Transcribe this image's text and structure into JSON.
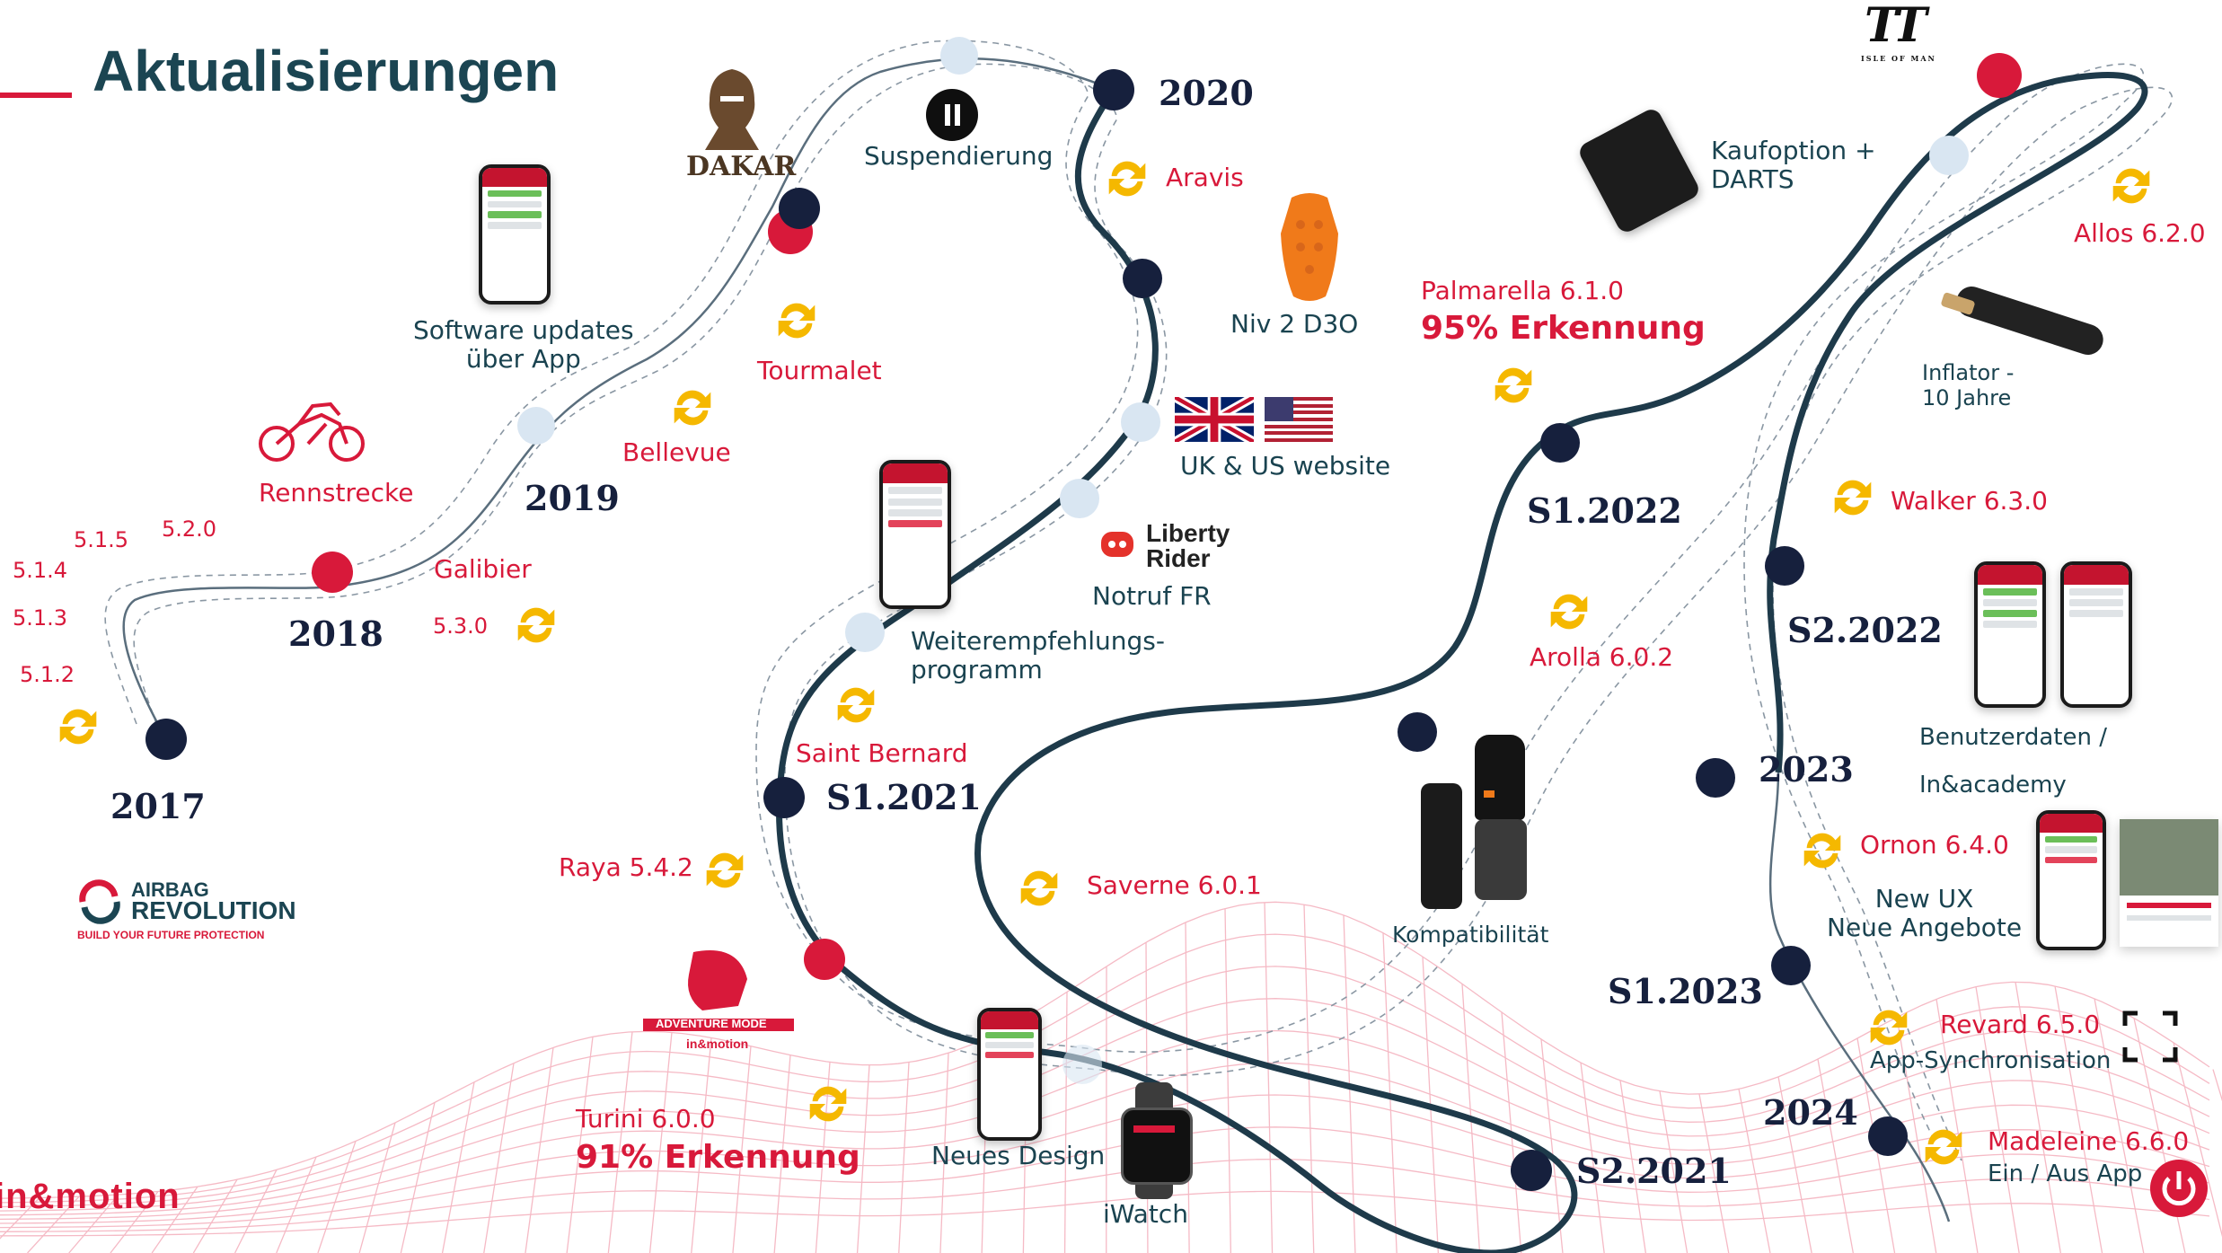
{
  "title": "Aktualisierungen",
  "colors": {
    "accent_red": "#d8193a",
    "navy": "#16203d",
    "teal": "#1b4552",
    "road": "#1e3a4a",
    "sync_yellow": "#f5b800",
    "milestone_light": "#d9e6f2"
  },
  "years": {
    "y2017": "2017",
    "y2018": "2018",
    "y2019": "2019",
    "y2020": "2020",
    "s1_2021": "S1.2021",
    "s2_2021": "S2.2021",
    "s1_2022": "S1.2022",
    "s2_2022": "S2.2022",
    "y2023": "2023",
    "s1_2023": "S1.2023",
    "y2024": "2024"
  },
  "versions": {
    "v512": "5.1.2",
    "v513": "5.1.3",
    "v514": "5.1.4",
    "v515": "5.1.5",
    "v520": "5.2.0",
    "galibier": "Galibier",
    "v530": "5.3.0",
    "bellevue": "Bellevue",
    "tourmalet": "Tourmalet",
    "aravis": "Aravis",
    "saint_bernard": "Saint Bernard",
    "raya": "Raya 5.4.2",
    "turini": "Turini 6.0.0",
    "turini_detection": "91% Erkennung",
    "saverne": "Saverne 6.0.1",
    "arolla": "Arolla 6.0.2",
    "palmarella": "Palmarella 6.1.0",
    "palmarella_detection": "95% Erkennung",
    "allos": "Allos 6.2.0",
    "walker": "Walker 6.3.0",
    "ornon": "Ornon 6.4.0",
    "revard": "Revard 6.5.0",
    "madeleine": "Madeleine 6.6.0"
  },
  "milestones": {
    "rennstrecke": "Rennstrecke",
    "software_updates": "Software updates\nüber App",
    "suspendierung": "Suspendierung",
    "niv2": "Niv 2 D3O",
    "uk_us": "UK & US website",
    "notruf": "Notruf FR",
    "weiterempfehlung": "Weiterempfehlungs-\nprogramm",
    "neues_design": "Neues Design",
    "iwatch": "iWatch",
    "kompatibilitaet": "Kompatibilität",
    "kaufoption": "Kaufoption +\nDARTS",
    "inflator": "Inflator -\n10 Jahre",
    "benutzerdaten": "Benutzerdaten /",
    "inacademy": "In&academy",
    "new_ux": "New UX\nNeue Angebote",
    "app_sync": "App-Synchronisation",
    "ein_aus": "Ein / Aus App"
  },
  "logos": {
    "dakar": "DAKAR",
    "tt": "TT",
    "tt_sub": "ISLE OF MAN",
    "liberty_1": "Liberty",
    "liberty_2": "Rider",
    "airbag_1": "AIRBAG",
    "airbag_2": "REVOLUTION",
    "airbag_tag": "BUILD YOUR FUTURE PROTECTION",
    "adventure": "ADVENTURE MODE",
    "adventure_sub": "in&motion",
    "inmotion": "in&motion"
  },
  "icons": [
    "sync-icon",
    "pause-icon",
    "power-icon",
    "qr-scan-icon",
    "motorbike-icon",
    "uk-flag-icon",
    "us-flag-icon"
  ]
}
